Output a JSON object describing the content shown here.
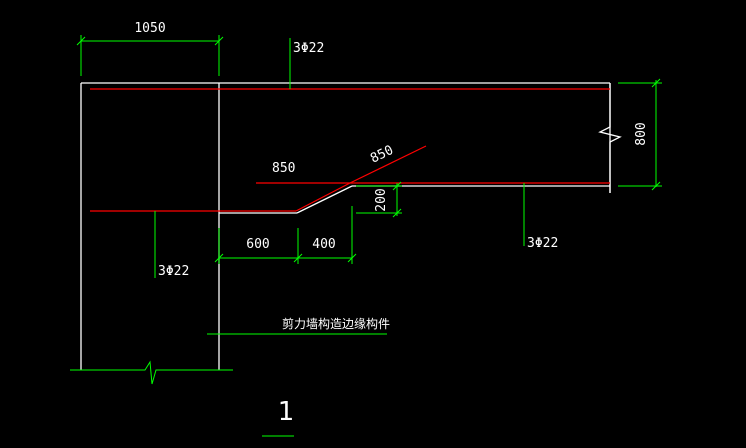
{
  "drawing": {
    "dims": {
      "top_width": "1050",
      "right_height": "800",
      "seg_left": "600",
      "seg_right": "400",
      "vertical_offset": "200"
    },
    "rebar_labels": {
      "top": "3Φ22",
      "left": "3Φ22",
      "right": "3Φ22",
      "slope_left": "850",
      "slope_right": "850"
    },
    "caption": "剪力墙构造边缘构件",
    "detail_number": "1",
    "colors": {
      "background": "#000000",
      "outline": "#ffffff",
      "rebar": "#ff0000",
      "dimension": "#00ff00"
    }
  }
}
